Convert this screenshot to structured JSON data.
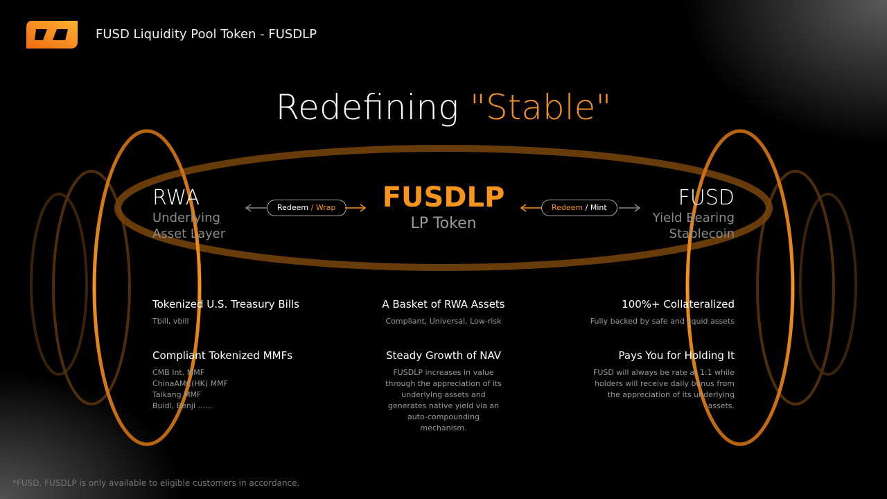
{
  "header": {
    "title": "FUSD Liquidity Pool Token - FUSDLP"
  },
  "headline": {
    "prefix": "Redefining ",
    "highlight": "\"Stable\""
  },
  "left": {
    "title": "RWA",
    "subtitle_1": "Underlying",
    "subtitle_2": "Asset Layer"
  },
  "center": {
    "title": "FUSDLP",
    "subtitle": "LP Token"
  },
  "right": {
    "title": "FUSD",
    "subtitle_1": "Yield Bearing",
    "subtitle_2": "Stablecoin"
  },
  "pill_left": {
    "a": "Redeem",
    "sep": " / ",
    "b": "Wrap"
  },
  "pill_right": {
    "a": "Redeem",
    "sep": " / ",
    "b": "Mint"
  },
  "features": {
    "l1": {
      "title": "Tokenized U.S. Treasury Bills",
      "text": "Tbill,  vbill"
    },
    "l2": {
      "title": "Compliant Tokenized MMFs",
      "lines": [
        "CMB Int. MMF",
        "ChinaAMC(HK)  MMF",
        "Taikang MMF",
        "Buidl, Benji ......"
      ]
    },
    "c1": {
      "title": "A Basket of RWA Assets",
      "text": "Compliant,  Universal,  Low-risk"
    },
    "c2": {
      "title": "Steady Growth of NAV",
      "lines": [
        "FUSDLP increases in value",
        "through the appreciation of its",
        "underlying assets and",
        "generates native yield via an",
        "auto-compounding",
        "mechanism."
      ]
    },
    "r1": {
      "title": "100%+ Collateralized",
      "text": "Fully backed by safe and liquid assets"
    },
    "r2": {
      "title": "Pays You for Holding It",
      "lines": [
        "FUSD will always be rate at 1:1 while",
        "holders will receive daily bonus from",
        "the appreciation of its underlying",
        "assets."
      ]
    }
  },
  "footnote": "*FUSD, FUSDLP is only available to eligible customers in accordance.",
  "colors": {
    "accent": "#f7941d"
  }
}
